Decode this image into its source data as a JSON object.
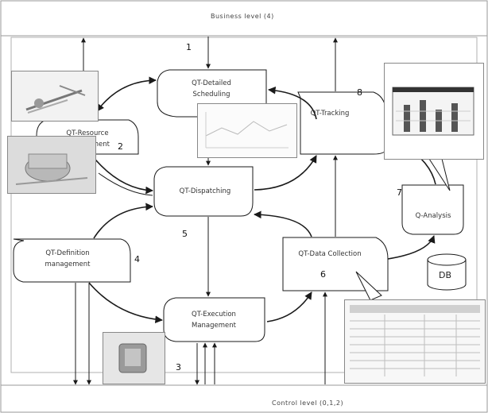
{
  "diagram": {
    "business_level": "Business level (4)",
    "control_level": "Control level (0,1,2)",
    "modules": [
      {
        "id": "scheduling",
        "label": "QT-Detailed\nScheduling",
        "number": "1"
      },
      {
        "id": "resource",
        "label": "QT-Resource\nManagement",
        "number": "2"
      },
      {
        "id": "execution",
        "label": "QT-Execution\nManagement",
        "number": "3"
      },
      {
        "id": "definition",
        "label": "QT-Definition\nmanagement",
        "number": "4"
      },
      {
        "id": "dispatching",
        "label": "QT-Dispatching",
        "number": "5"
      },
      {
        "id": "collection",
        "label": "QT-Data Collection",
        "number": "6"
      },
      {
        "id": "analysis",
        "label": "Q-Analysis",
        "number": "7"
      },
      {
        "id": "tracking",
        "label": "QT-Tracking",
        "number": "8"
      }
    ],
    "database": "DB"
  },
  "colors": {
    "stroke": "#1a1a1a",
    "box_fill": "#ffffff",
    "frame": "#9a9a9a"
  }
}
